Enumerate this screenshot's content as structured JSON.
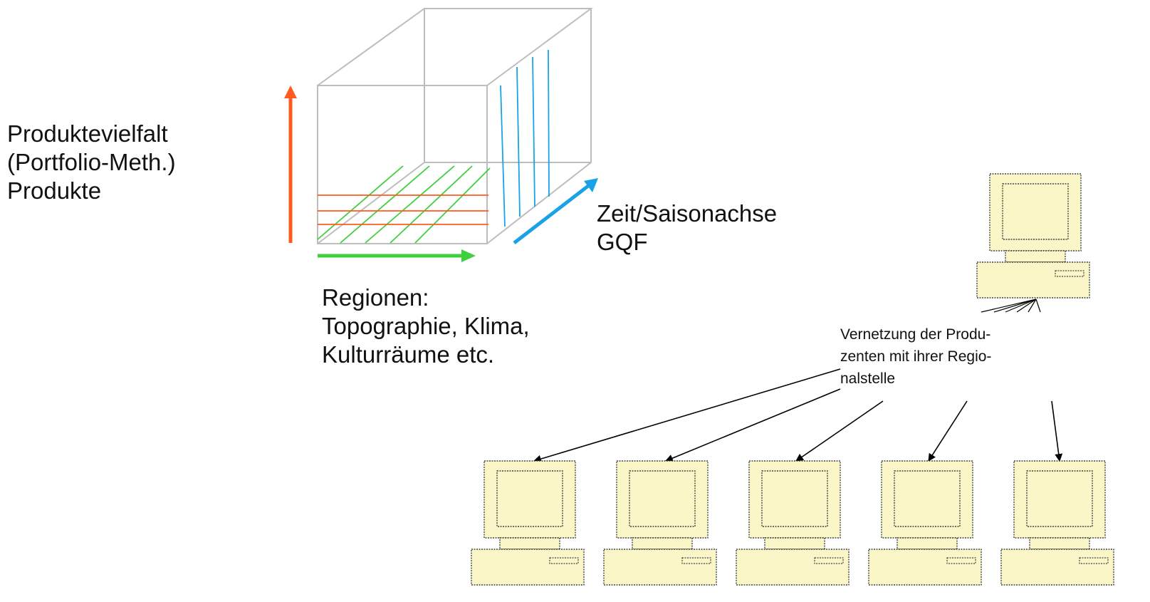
{
  "axes": {
    "vertical_label": [
      "Produktevielfalt",
      "(Portfolio-Meth.)",
      "Produkte"
    ],
    "horizontal_label": [
      "Regionen:",
      "Topographie, Klima,",
      "Kulturräume etc."
    ],
    "depth_label": [
      "Zeit/Saisonachse",
      "GQF"
    ]
  },
  "network": {
    "caption": [
      "Vernetzung der Produ-",
      "zenten mit ihrer Regio-",
      "nalstelle"
    ],
    "central_node": "regional-office-computer",
    "producer_count": 5
  },
  "colors": {
    "vertical_axis": "#ff5a1f",
    "horizontal_axis": "#3fcf3f",
    "depth_axis": "#19a3e6",
    "cube_edges": "#bdbdbd",
    "computer_fill": "#fbf6c7"
  }
}
